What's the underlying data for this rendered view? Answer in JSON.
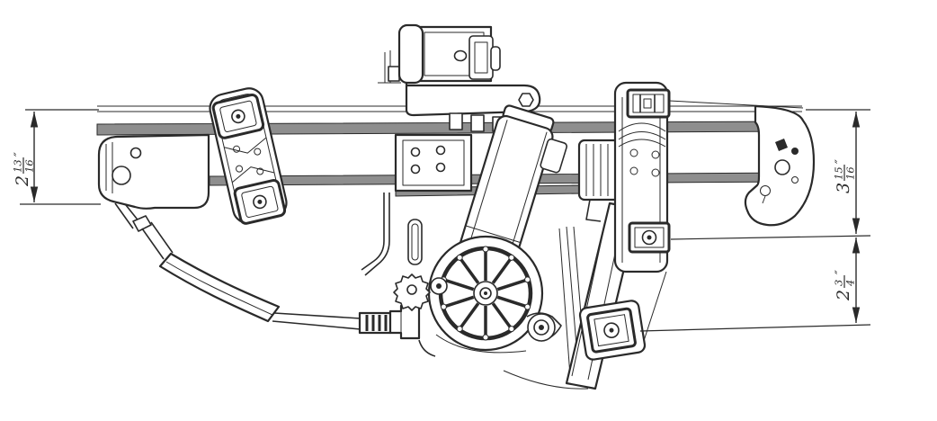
{
  "meta": {
    "kind": "technical-line-drawing",
    "subject": "power window regulator with motor assembly"
  },
  "colors": {
    "background": "#ffffff",
    "line": "#2a2a2a",
    "rail_fill": "#8e8e8e",
    "text": "#2a2a2a"
  },
  "dimensions": {
    "left": {
      "whole": "2",
      "numerator": "13",
      "denominator": "16",
      "unit": "″",
      "display": "2 13/16″"
    },
    "right_upper": {
      "whole": "3",
      "numerator": "15",
      "denominator": "16",
      "unit": "″",
      "display": "3 15/16″"
    },
    "right_lower": {
      "whole": "2",
      "numerator": "3",
      "denominator": "4",
      "unit": "″",
      "display": "2 3/4″"
    }
  }
}
